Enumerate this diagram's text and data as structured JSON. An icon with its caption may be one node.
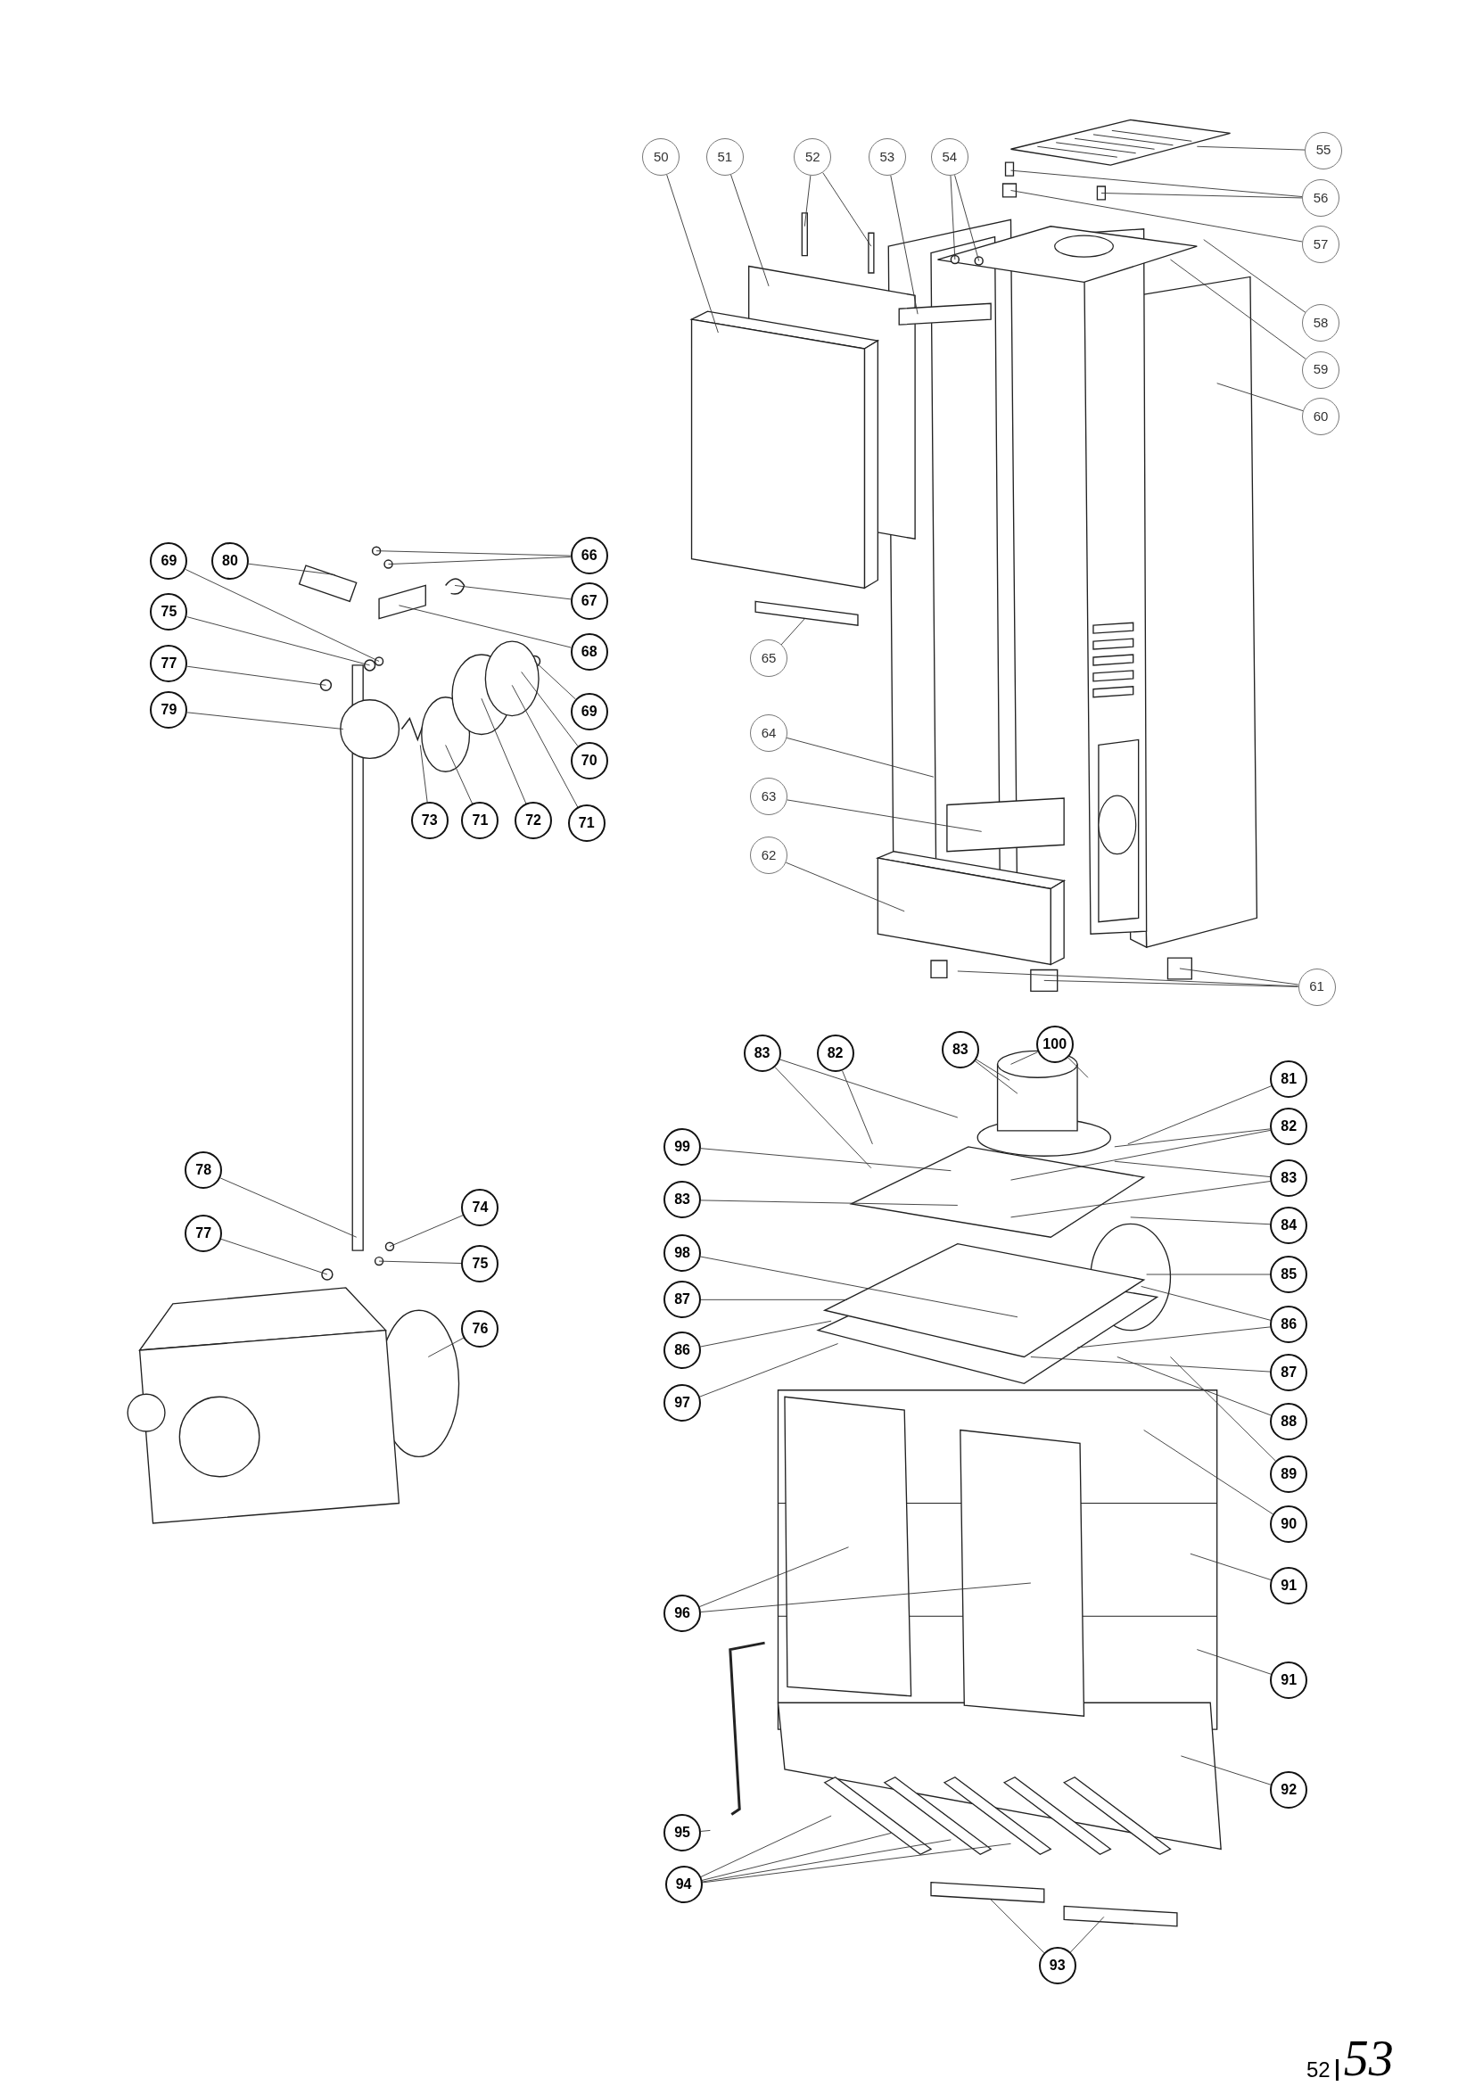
{
  "diagram": {
    "nodes": [
      {
        "text": [
          "50"
        ]
      },
      {
        "text": [
          "51"
        ]
      },
      {
        "text": [
          "52"
        ]
      },
      {
        "text": [
          "53"
        ]
      },
      {
        "text": [
          "54"
        ]
      },
      {
        "text": [
          "55"
        ]
      },
      {
        "text": [
          "56"
        ]
      },
      {
        "text": [
          "57"
        ]
      },
      {
        "text": [
          "58"
        ]
      },
      {
        "text": [
          "59"
        ]
      },
      {
        "text": [
          "60"
        ]
      },
      {
        "text": [
          "65"
        ]
      },
      {
        "text": [
          "64"
        ]
      },
      {
        "text": [
          "63"
        ]
      },
      {
        "text": [
          "62"
        ]
      },
      {
        "text": [
          "61"
        ]
      },
      {
        "text": [
          "69"
        ]
      },
      {
        "text": [
          "80"
        ]
      },
      {
        "text": [
          "66"
        ]
      },
      {
        "text": [
          "67"
        ]
      },
      {
        "text": [
          "75"
        ]
      },
      {
        "text": [
          "68"
        ]
      },
      {
        "text": [
          "77"
        ]
      },
      {
        "text": [
          "69"
        ]
      },
      {
        "text": [
          "79"
        ]
      },
      {
        "text": [
          "70"
        ]
      },
      {
        "text": [
          "73"
        ]
      },
      {
        "text": [
          "71"
        ]
      },
      {
        "text": [
          "72"
        ]
      },
      {
        "text": [
          "71"
        ]
      },
      {
        "text": [
          "78"
        ]
      },
      {
        "text": [
          "74"
        ]
      },
      {
        "text": [
          "77"
        ]
      },
      {
        "text": [
          "75"
        ]
      },
      {
        "text": [
          "76"
        ]
      },
      {
        "text": [
          "83"
        ]
      },
      {
        "text": [
          "82"
        ]
      },
      {
        "text": [
          "83"
        ]
      },
      {
        "text": [
          "100"
        ]
      },
      {
        "text": [
          "81"
        ]
      },
      {
        "text": [
          "82"
        ]
      },
      {
        "text": [
          "99"
        ]
      },
      {
        "text": [
          "83"
        ]
      },
      {
        "text": [
          "83"
        ]
      },
      {
        "text": [
          "84"
        ]
      },
      {
        "text": [
          "98"
        ]
      },
      {
        "text": [
          "85"
        ]
      },
      {
        "text": [
          "87"
        ]
      },
      {
        "text": [
          "86"
        ]
      },
      {
        "text": [
          "86"
        ]
      },
      {
        "text": [
          "87"
        ]
      },
      {
        "text": [
          "97"
        ]
      },
      {
        "text": [
          "88"
        ]
      },
      {
        "text": [
          "89"
        ]
      },
      {
        "text": [
          "90"
        ]
      },
      {
        "text": [
          "91"
        ]
      },
      {
        "text": [
          "96"
        ]
      },
      {
        "text": [
          "91"
        ]
      },
      {
        "text": [
          "92"
        ]
      },
      {
        "text": [
          "95"
        ]
      },
      {
        "text": [
          "94"
        ]
      },
      {
        "text": [
          "93"
        ]
      }
    ],
    "edges": [
      {
        "from": 0,
        "to": null,
        "arrow": "none"
      },
      {
        "from": 1,
        "to": null,
        "arrow": "none"
      },
      {
        "from": 2,
        "to": null,
        "arrow": "none"
      },
      {
        "from": 2,
        "to": null,
        "arrow": "none"
      },
      {
        "from": 3,
        "to": null,
        "arrow": "none"
      },
      {
        "from": 4,
        "to": null,
        "arrow": "none"
      },
      {
        "from": 4,
        "to": null,
        "arrow": "none"
      },
      {
        "from": 5,
        "to": null,
        "arrow": "none"
      },
      {
        "from": 6,
        "to": null,
        "arrow": "none"
      },
      {
        "from": 6,
        "to": null,
        "arrow": "none"
      },
      {
        "from": 7,
        "to": null,
        "arrow": "none"
      },
      {
        "from": 8,
        "to": null,
        "arrow": "none"
      },
      {
        "from": 9,
        "to": null,
        "arrow": "none"
      },
      {
        "from": 10,
        "to": null,
        "arrow": "none"
      },
      {
        "from": 11,
        "to": null,
        "arrow": "none"
      },
      {
        "from": 12,
        "to": null,
        "arrow": "none"
      },
      {
        "from": 13,
        "to": null,
        "arrow": "none"
      },
      {
        "from": 14,
        "to": null,
        "arrow": "none"
      },
      {
        "from": 15,
        "to": null,
        "arrow": "none"
      },
      {
        "from": 15,
        "to": null,
        "arrow": "none"
      },
      {
        "from": 15,
        "to": null,
        "arrow": "none"
      },
      {
        "from": 16,
        "to": null,
        "arrow": "none"
      },
      {
        "from": 17,
        "to": null,
        "arrow": "none"
      },
      {
        "from": 18,
        "to": null,
        "arrow": "none"
      },
      {
        "from": 18,
        "to": null,
        "arrow": "none"
      },
      {
        "from": 19,
        "to": null,
        "arrow": "none"
      },
      {
        "from": 20,
        "to": null,
        "arrow": "none"
      },
      {
        "from": 21,
        "to": null,
        "arrow": "none"
      },
      {
        "from": 22,
        "to": null,
        "arrow": "none"
      },
      {
        "from": 23,
        "to": null,
        "arrow": "none"
      },
      {
        "from": 24,
        "to": null,
        "arrow": "none"
      },
      {
        "from": 25,
        "to": null,
        "arrow": "none"
      },
      {
        "from": 26,
        "to": null,
        "arrow": "none"
      },
      {
        "from": 27,
        "to": null,
        "arrow": "none"
      },
      {
        "from": 28,
        "to": null,
        "arrow": "none"
      },
      {
        "from": 29,
        "to": null,
        "arrow": "none"
      },
      {
        "from": 30,
        "to": null,
        "arrow": "none"
      },
      {
        "from": 31,
        "to": null,
        "arrow": "none"
      },
      {
        "from": 32,
        "to": null,
        "arrow": "none"
      },
      {
        "from": 33,
        "to": null,
        "arrow": "none"
      },
      {
        "from": 34,
        "to": null,
        "arrow": "none"
      },
      {
        "from": 35,
        "to": null,
        "arrow": "none"
      },
      {
        "from": 35,
        "to": null,
        "arrow": "none"
      },
      {
        "from": 36,
        "to": null,
        "arrow": "none"
      },
      {
        "from": 37,
        "to": null,
        "arrow": "none"
      },
      {
        "from": 37,
        "to": null,
        "arrow": "none"
      },
      {
        "from": 38,
        "to": null,
        "arrow": "none"
      },
      {
        "from": 38,
        "to": null,
        "arrow": "none"
      },
      {
        "from": 39,
        "to": null,
        "arrow": "none"
      },
      {
        "from": 40,
        "to": null,
        "arrow": "none"
      },
      {
        "from": 40,
        "to": null,
        "arrow": "none"
      },
      {
        "from": 41,
        "to": null,
        "arrow": "none"
      },
      {
        "from": 42,
        "to": null,
        "arrow": "none"
      },
      {
        "from": 42,
        "to": null,
        "arrow": "none"
      },
      {
        "from": 43,
        "to": null,
        "arrow": "none"
      },
      {
        "from": 44,
        "to": null,
        "arrow": "none"
      },
      {
        "from": 45,
        "to": null,
        "arrow": "none"
      },
      {
        "from": 46,
        "to": null,
        "arrow": "none"
      },
      {
        "from": 47,
        "to": null,
        "arrow": "none"
      },
      {
        "from": 48,
        "to": null,
        "arrow": "none"
      },
      {
        "from": 48,
        "to": null,
        "arrow": "none"
      },
      {
        "from": 49,
        "to": null,
        "arrow": "none"
      },
      {
        "from": 50,
        "to": null,
        "arrow": "none"
      },
      {
        "from": 51,
        "to": null,
        "arrow": "none"
      },
      {
        "from": 52,
        "to": null,
        "arrow": "none"
      },
      {
        "from": 53,
        "to": null,
        "arrow": "none"
      },
      {
        "from": 54,
        "to": null,
        "arrow": "none"
      },
      {
        "from": 55,
        "to": null,
        "arrow": "none"
      },
      {
        "from": 56,
        "to": null,
        "arrow": "none"
      },
      {
        "from": 56,
        "to": null,
        "arrow": "none"
      },
      {
        "from": 57,
        "to": null,
        "arrow": "none"
      },
      {
        "from": 58,
        "to": null,
        "arrow": "none"
      },
      {
        "from": 59,
        "to": null,
        "arrow": "none"
      },
      {
        "from": 60,
        "to": null,
        "arrow": "none"
      },
      {
        "from": 60,
        "to": null,
        "arrow": "none"
      },
      {
        "from": 60,
        "to": null,
        "arrow": "none"
      },
      {
        "from": 60,
        "to": null,
        "arrow": "none"
      },
      {
        "from": 61,
        "to": null,
        "arrow": "none"
      },
      {
        "from": 61,
        "to": null,
        "arrow": "none"
      }
    ],
    "labels": [
      "52",
      "53"
    ]
  }
}
